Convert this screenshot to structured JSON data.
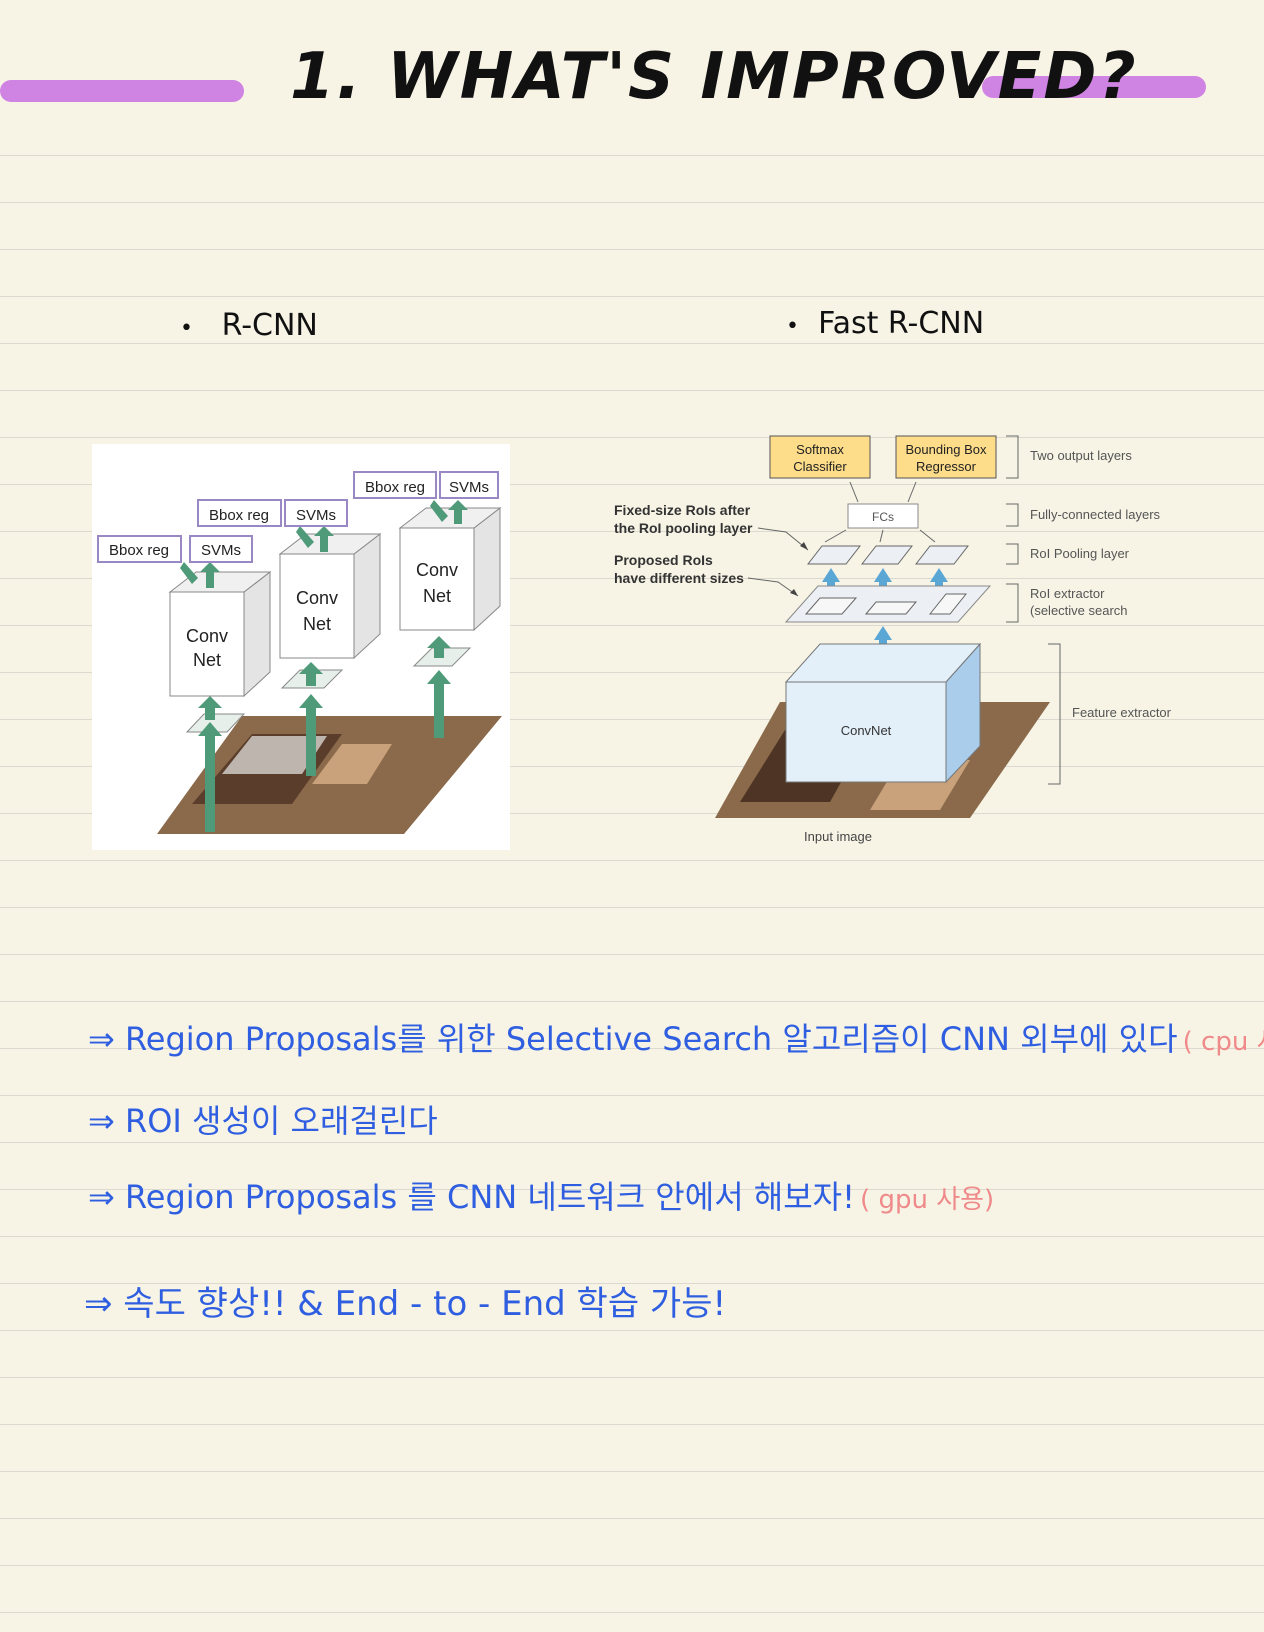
{
  "title": "1. WHAT'S IMPROVED?",
  "left_heading": "R-CNN",
  "right_heading": "Fast R-CNN",
  "rcnn": {
    "columns": [
      {
        "bbox": "Bbox reg",
        "svm": "SVMs",
        "net1": "Conv",
        "net2": "Net"
      },
      {
        "bbox": "Bbox reg",
        "svm": "SVMs",
        "net1": "Conv",
        "net2": "Net"
      },
      {
        "bbox": "Bbox reg",
        "svm": "SVMs",
        "net1": "Conv",
        "net2": "Net"
      }
    ]
  },
  "fast_rcnn": {
    "softmax1": "Softmax",
    "softmax2": "Classifier",
    "bbox1": "Bounding Box",
    "bbox2": "Regressor",
    "fcs": "FCs",
    "convnet": "ConvNet",
    "input": "Input image",
    "fixed1": "Fixed-size RoIs after",
    "fixed2": "the RoI pooling layer",
    "prop1": "Proposed RoIs",
    "prop2": "have different sizes",
    "layer_two": "Two output layers",
    "layer_fc": "Fully-connected layers",
    "layer_pool": "RoI Pooling layer",
    "layer_ext1": "RoI extractor",
    "layer_ext2": "(selective search",
    "layer_feat": "Feature extractor"
  },
  "notes": [
    {
      "text": "⇒ Region Proposals를 위한 Selective Search 알고리즘이 CNN 외부에 있다",
      "aside": "( cpu 사용)"
    },
    {
      "text": "⇒  ROI 생성이 오래걸린다",
      "aside": ""
    },
    {
      "text": "⇒ Region Proposals 를 CNN 네트워크 안에서 해보자!",
      "aside": "( gpu 사용)"
    },
    {
      "text": "⇒ 속도 향상!!  &   End - to - End 학습 가능!",
      "aside": ""
    }
  ],
  "colors": {
    "accent_bar": "#cf84e3",
    "note_blue": "#2f5fe0",
    "note_pink": "#f08a8a",
    "arrow_green": "#4f9a78",
    "arrow_blue": "#5aa7d6",
    "box_yellow": "#fddc8a"
  }
}
